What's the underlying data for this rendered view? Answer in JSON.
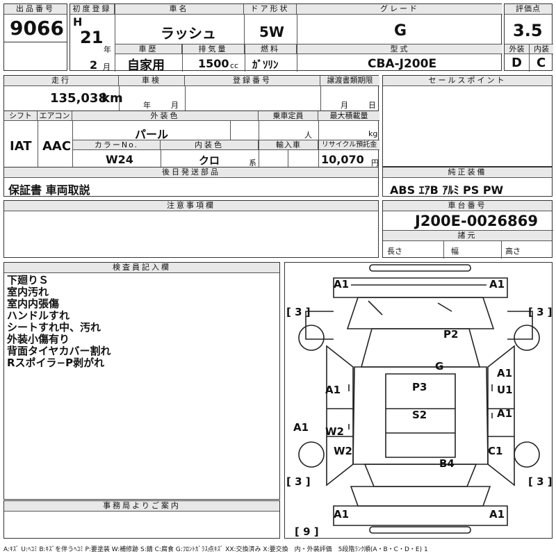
{
  "top": {
    "lot_no_label": "出品番号",
    "lot_no": "9066",
    "first_reg_label": "初度登録",
    "era": "H",
    "year": "21",
    "year_unit": "年",
    "month": "2",
    "month_unit": "月",
    "car_name_label": "車名",
    "car_name": "ラッシュ",
    "door_label": "ドア形状",
    "door": "5W",
    "grade_label": "グレード",
    "grade": "G",
    "score_label": "評価点",
    "score": "3.5",
    "history_label": "車歴",
    "history": "自家用",
    "displacement_label": "排気量",
    "displacement": "1500",
    "displacement_unit": "cc",
    "fuel_label": "燃料",
    "fuel": "ｶﾞｿﾘﾝ",
    "model_label": "型式",
    "model": "CBA-J200E",
    "ext_label": "外装",
    "ext_grade": "D",
    "int_label": "内装",
    "int_grade": "C"
  },
  "row2": {
    "mileage_label": "走行",
    "mileage": "135,038",
    "mileage_unit": "km",
    "inspection_label": "車検",
    "year_unit": "年",
    "month_unit": "月",
    "reg_no_label": "登録番号",
    "transfer_label": "譲渡書類期限",
    "tr_month": "月",
    "tr_day": "日",
    "sales_label": "セールスポイント"
  },
  "row3": {
    "shift_label": "シフト",
    "shift": "IAT",
    "ac_label": "エアコン",
    "ac": "AAC",
    "ext_color_label": "外装色",
    "ext_color": "パール",
    "capacity_label": "乗車定員",
    "capacity_unit": "人",
    "max_load_label": "最大積載量",
    "max_load_unit": "kg",
    "color_no_label": "カラーNo.",
    "color_no": "W24",
    "int_color_label": "内装色",
    "int_color": "クロ",
    "int_color_unit": "系",
    "import_label": "輸入車",
    "recycle_label": "リサイクル預託金",
    "recycle": "10,070",
    "recycle_unit": "円"
  },
  "later": {
    "label": "後日発送部品",
    "value": "保証書 車両取説"
  },
  "genuine": {
    "label": "純正装備",
    "value": "ABS ｴｱB ｱﾙﾐ PS PW"
  },
  "caution": {
    "label": "注意事項欄"
  },
  "chassis": {
    "label": "車台番号",
    "value": "J200E-0026869",
    "spec_label": "諸元",
    "length": "長さ",
    "width": "幅",
    "height": "高さ"
  },
  "inspector": {
    "label": "検査員記入欄",
    "notes": [
      "下廻りＳ",
      "室内汚れ",
      "室内内張傷",
      "ハンドルすれ",
      "シートすれ中、汚れ",
      "外装小傷有り",
      "背面タイヤカバー割れ",
      "Rスポイラ−P剥がれ"
    ]
  },
  "office": {
    "label": "事務局よりご案内"
  },
  "diagram": {
    "codes": {
      "a1_front_left": "A1",
      "a1_front_right": "A1",
      "bracket_tl": "[ 3 ]",
      "bracket_tr": "[ 3 ]",
      "bracket_bl": "[ 3 ]",
      "bracket_br": "[ 3 ]",
      "bracket_bottom": "[ 9 ]",
      "p2": "P2",
      "g": "G",
      "a1_left_door": "A1",
      "a1_right_door": "A1",
      "u1": "U1",
      "p3": "P3",
      "a1_left_side": "A1",
      "w2_left": "W2",
      "a1_right_side": "A1",
      "s2": "S2",
      "w2_left_rear": "W2",
      "c1": "C1",
      "b4": "B4",
      "a1_rear_left": "A1",
      "a1_rear_right": "A1"
    }
  },
  "footer": {
    "legend": "A:ｷｽﾞ U:ﾍｺﾐ B:ｷｽﾞを伴うﾍｺﾐ P:要塗装 W:補修跡 S:錆 C:腐食 G:ﾌﾛﾝﾄｶﾞﾗｽ点ｷｽﾞ XX:交換済み X:要交換　内・外装評価　5段階ﾗﾝｸ順(A・B・C・D・E) 1"
  }
}
